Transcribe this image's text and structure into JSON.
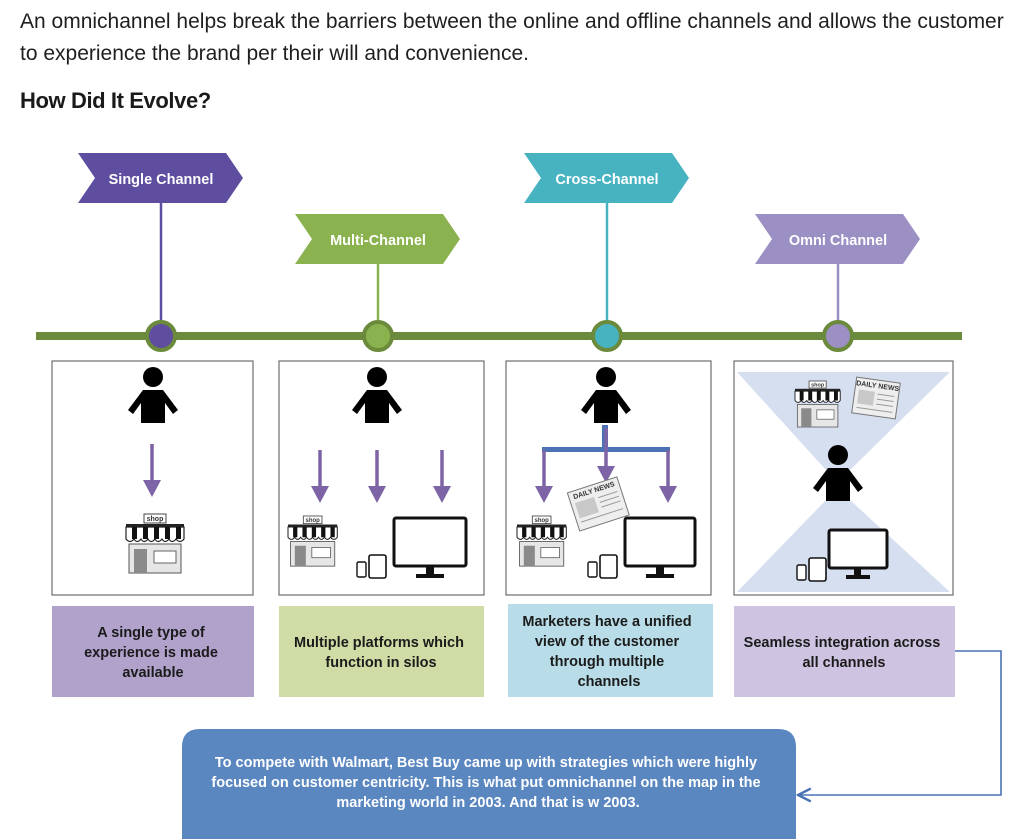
{
  "article": {
    "intro": "An omnichannel helps break the barriers between the online and offline channels and allows the customer to experience the brand per their will and convenience.",
    "heading": "How Did It Evolve?"
  },
  "stages": [
    {
      "label": "Single Channel",
      "color": "#5f4ea0",
      "box_color": "#b0a2cb",
      "description": [
        "A single type of",
        "experience is made",
        "available"
      ]
    },
    {
      "label": "Multi-Channel",
      "color": "#8ab34f",
      "box_color": "#cfdca6",
      "description": [
        "Multiple platforms which",
        "function in silos"
      ]
    },
    {
      "label": "Cross-Channel",
      "color": "#47b3c1",
      "box_color": "#b9dde8",
      "description": [
        "Marketers have a unified",
        "view of the customer",
        "through multiple",
        "channels"
      ]
    },
    {
      "label": "Omni Channel",
      "color": "#9c8fc4",
      "box_color": "#cec3e0",
      "description": [
        "Seamless integration across",
        "all channels"
      ]
    }
  ],
  "icons": {
    "shop_tag": "shop",
    "newspaper_tag": "DAILY NEWS"
  },
  "note": {
    "lines": [
      "To compete with Walmart, Best Buy came up with strategies which were highly",
      "focused on customer centricity. This is what put omnichannel on the map in the",
      "marketing world in 2003. And that is w 2003."
    ],
    "color": "#5b87c1"
  },
  "colors": {
    "timeline": "#6b8a3b",
    "arrow": "#7d64a6",
    "connector": "#4a72b5"
  }
}
